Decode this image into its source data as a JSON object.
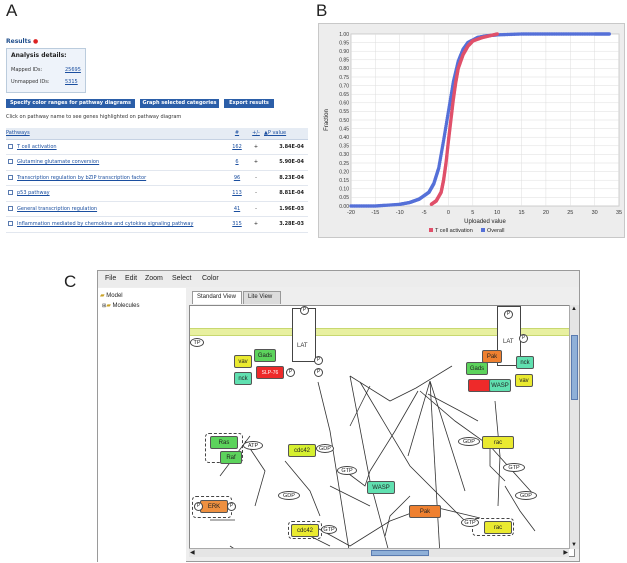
{
  "labels": {
    "a": "A",
    "b": "B",
    "c": "C"
  },
  "panel_a": {
    "results_title": "Results",
    "analysis_title": "Analysis details:",
    "mapped_label": "Mapped IDs:",
    "mapped_value": "25695",
    "unmapped_label": "Unmapped IDs:",
    "unmapped_value": "5315",
    "buttons": [
      "Specify color ranges for pathway diagrams",
      "Graph selected categories",
      "Export results"
    ],
    "hint": "Click on pathway name to see genes highlighted on pathway diagram",
    "columns": [
      "Pathways",
      "#",
      "+/-",
      "P value"
    ],
    "rows": [
      {
        "name": "T cell activation",
        "count": "162",
        "sign": "+",
        "p": "3.84E-04"
      },
      {
        "name": "Glutamine glutamate conversion",
        "count": "6",
        "sign": "+",
        "p": "5.90E-04"
      },
      {
        "name": "Transcription regulation by bZIP transcription factor",
        "count": "96",
        "sign": "-",
        "p": "8.23E-04"
      },
      {
        "name": "p53 pathway",
        "count": "113",
        "sign": "-",
        "p": "8.81E-04"
      },
      {
        "name": "General transcription regulation",
        "count": "41",
        "sign": "-",
        "p": "1.96E-03"
      },
      {
        "name": "Inflammation mediated by chemokine and cytokine signaling pathway",
        "count": "315",
        "sign": "+",
        "p": "3.28E-03"
      }
    ]
  },
  "chart_data": {
    "type": "scatter",
    "xlabel": "Uploaded value",
    "ylabel": "Fraction",
    "xlim": [
      -20,
      35
    ],
    "ylim": [
      0,
      1.0
    ],
    "xticks": [
      -20,
      -15,
      -10,
      -5,
      0,
      5,
      10,
      15,
      20,
      25,
      30,
      35
    ],
    "yticks": [
      "0.00",
      "0.05",
      "0.10",
      "0.15",
      "0.20",
      "0.25",
      "0.30",
      "0.35",
      "0.40",
      "0.45",
      "0.50",
      "0.55",
      "0.60",
      "0.65",
      "0.70",
      "0.75",
      "0.80",
      "0.85",
      "0.90",
      "0.95",
      "1.00"
    ],
    "grid": true,
    "legend_position": "bottom",
    "series": [
      {
        "name": "T cell activation",
        "color": "#e0506a",
        "x": [
          -3.5,
          -2.5,
          -1.5,
          -1.0,
          -0.5,
          0,
          0.5,
          1.0,
          1.5,
          2.0,
          3.0,
          4.0,
          5.0,
          7.0,
          10.0
        ],
        "y": [
          0.01,
          0.03,
          0.08,
          0.15,
          0.25,
          0.38,
          0.5,
          0.62,
          0.72,
          0.8,
          0.88,
          0.93,
          0.96,
          0.98,
          1.0
        ]
      },
      {
        "name": "Overall",
        "color": "#5570d8",
        "x": [
          -20,
          -15,
          -10,
          -8,
          -6,
          -4,
          -3,
          -2,
          -1,
          0,
          1,
          2,
          3,
          4,
          6,
          8,
          10,
          15,
          20,
          25,
          30,
          33
        ],
        "y": [
          0.0,
          0.0,
          0.01,
          0.02,
          0.04,
          0.08,
          0.13,
          0.22,
          0.38,
          0.55,
          0.72,
          0.84,
          0.91,
          0.95,
          0.98,
          0.99,
          0.995,
          1.0,
          1.0,
          1.0,
          1.0,
          1.0
        ]
      }
    ]
  },
  "panel_c": {
    "menu": [
      "File",
      "Edit",
      "Zoom",
      "Select",
      "Color"
    ],
    "tree": [
      "Model",
      "Molecules"
    ],
    "tabs": [
      "Standard View",
      "Lite View"
    ],
    "nodes": {
      "gads1": "Gads",
      "vav1": "vav",
      "nck1": "nck",
      "red1": "SLP-76",
      "lat1": "LAT",
      "lat2": "LAT",
      "pak1": "Pak",
      "gads2": "Gads",
      "wasp1": "WASP",
      "nck2": "nck",
      "vav2": "vav",
      "ras": "Ras",
      "raf": "Raf",
      "cdc42a": "cdc42",
      "cdc42b": "cdc42",
      "wasp2": "WASP",
      "pak2": "Pak",
      "rac1": "rac",
      "rac2": "rac",
      "erk": "ERK"
    },
    "ovals": {
      "atp": "ATP",
      "gdp1": "GDP",
      "gtp1": "GTP",
      "gdp2": "GDP",
      "gtp2": "GTP",
      "gdp3": "GDP",
      "gdp4": "GDP",
      "gtp3": "GTP",
      "tp": "TP",
      "gtp4": "GTP"
    }
  }
}
